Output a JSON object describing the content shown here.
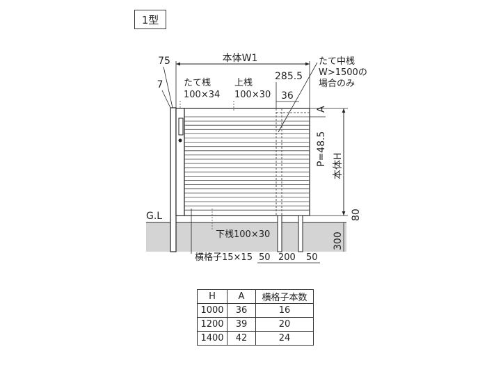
{
  "type_label": "1型",
  "labels": {
    "dim_75": "75",
    "dim_7": "7",
    "width_w1": "本体W1",
    "dim_285_5": "285.5",
    "tate_naka": "たて中桟",
    "w_gt_1500": "W>1500の",
    "only_case": "場合のみ",
    "tate_san": "たて桟",
    "tate_size": "100×34",
    "ue_san": "上桟",
    "ue_size": "100×30",
    "dim_36": "36",
    "dim_a": "A",
    "pitch": "P=48.5",
    "height_h": "本体H",
    "gl": "G.L",
    "dim_80": "80",
    "shita_san": "下桟100×30",
    "dim_300": "300",
    "yoko_goshi": "横格子15×15",
    "dim_50_left": "50",
    "dim_200": "200",
    "dim_50_right": "50"
  },
  "table": {
    "headers": [
      "H",
      "A",
      "横格子本数"
    ],
    "rows": [
      [
        "1000",
        "36",
        "16"
      ],
      [
        "1200",
        "39",
        "20"
      ],
      [
        "1400",
        "42",
        "24"
      ]
    ]
  },
  "colors": {
    "line": "#222222",
    "ground": "#d4d4d4",
    "dashed": "#555555"
  }
}
